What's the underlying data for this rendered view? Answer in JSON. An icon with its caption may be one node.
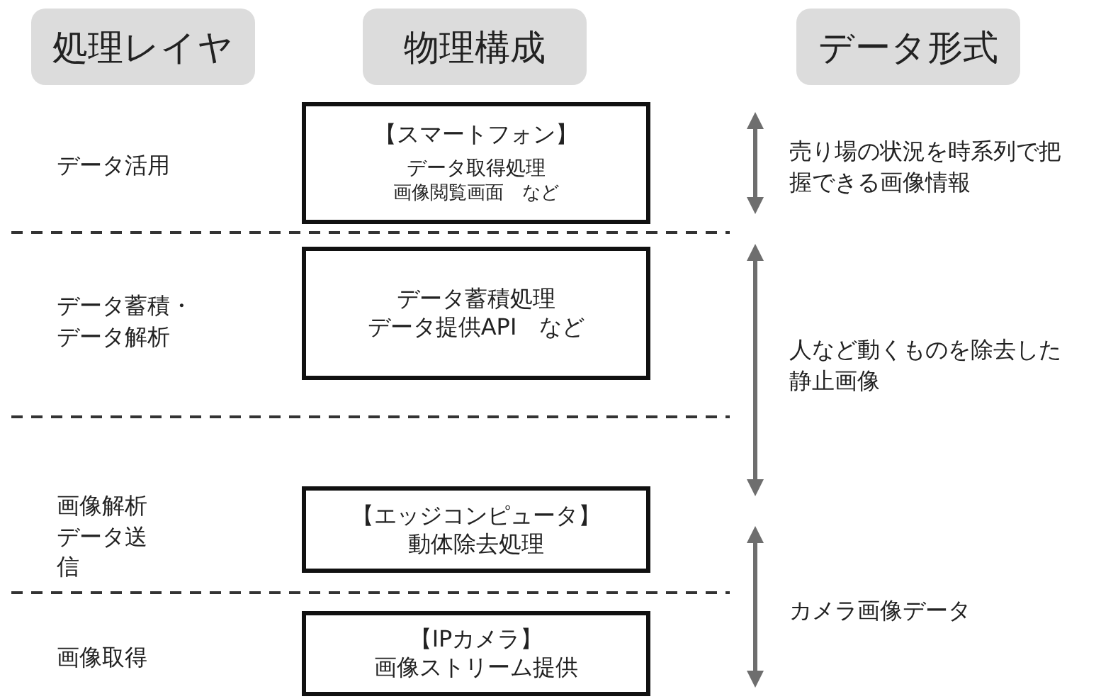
{
  "diagram": {
    "nodes": [
      {
        "text": [
          "処理レイヤ"
        ]
      },
      {
        "text": [
          "物理構成"
        ]
      },
      {
        "text": [
          "データ形式"
        ]
      },
      {
        "text": [
          "【スマートフォン】",
          "データ取得処理",
          "画像閲覧画面　など"
        ]
      },
      {
        "text": [
          "データ蓄積処理",
          "データ提供API　など"
        ]
      },
      {
        "text": [
          "【エッジコンピュータ】",
          "動体除去処理"
        ]
      },
      {
        "text": [
          "【IPカメラ】",
          "画像ストリーム提供"
        ]
      }
    ],
    "labels": [
      "データ活用",
      "売り場の状況を時系列で把握できる画像情報",
      "データ蓄積・データ解析",
      "人など動くものを除去した静止画像",
      "画像解析データ送信",
      "画像取得",
      "カメラ画像データ"
    ]
  }
}
